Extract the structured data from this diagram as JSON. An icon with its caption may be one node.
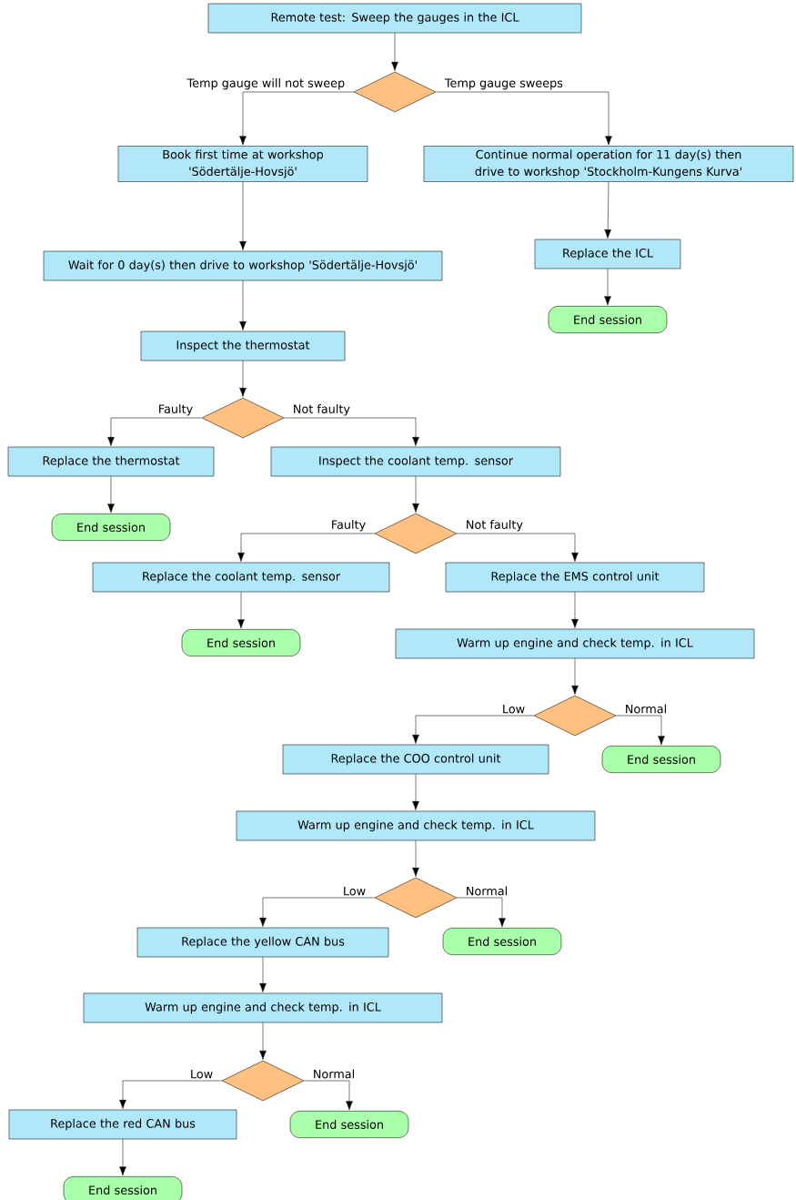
{
  "diagram": {
    "nodes": [
      {
        "text": [
          "Remote test: Sweep the gauges in the ICL"
        ]
      },
      {
        "text": [],
        "shape": "diamond"
      },
      {
        "text": [
          "Book first time at workshop 'Södertälje-Hovsjö'"
        ]
      },
      {
        "text": [
          "Continue normal operation for 11 day(s) then drive to workshop 'Stockholm-Kungens Kurva'"
        ]
      },
      {
        "text": [
          "Wait for 0 day(s) then drive to workshop 'Södertälje-Hovsjö'"
        ]
      },
      {
        "text": [
          "Replace the ICL"
        ]
      },
      {
        "text": [
          "End session"
        ]
      },
      {
        "text": [
          "Inspect the thermostat"
        ]
      },
      {
        "text": [],
        "shape": "diamond"
      },
      {
        "text": [
          "Replace the thermostat"
        ]
      },
      {
        "text": [
          "Inspect the coolant temp. sensor"
        ]
      },
      {
        "text": [
          "End session"
        ]
      },
      {
        "text": [],
        "shape": "diamond"
      },
      {
        "text": [
          "Replace the coolant temp. sensor"
        ]
      },
      {
        "text": [
          "Replace the EMS control unit"
        ]
      },
      {
        "text": [
          "End session"
        ]
      },
      {
        "text": [
          "Warm up engine and check temp. in ICL"
        ]
      },
      {
        "text": [],
        "shape": "diamond"
      },
      {
        "text": [
          "Replace the COO control unit"
        ]
      },
      {
        "text": [
          "End session"
        ]
      },
      {
        "text": [
          "Warm up engine and check temp. in ICL"
        ]
      },
      {
        "text": [],
        "shape": "diamond"
      },
      {
        "text": [
          "Replace the yellow CAN bus"
        ]
      },
      {
        "text": [
          "End session"
        ]
      },
      {
        "text": [
          "Warm up engine and check temp. in ICL"
        ]
      },
      {
        "text": [],
        "shape": "diamond"
      },
      {
        "text": [
          "Replace the red CAN bus"
        ]
      },
      {
        "text": [
          "End session"
        ]
      },
      {
        "text": [
          "End session"
        ]
      }
    ],
    "edges": [
      {
        "from": 0,
        "to": 1,
        "arrow": "to"
      },
      {
        "from": 1,
        "to": 2,
        "arrow": "to",
        "label": "Temp gauge will not sweep"
      },
      {
        "from": 1,
        "to": 3,
        "arrow": "to",
        "label": "Temp gauge sweeps"
      },
      {
        "from": 2,
        "to": 4,
        "arrow": "to"
      },
      {
        "from": 3,
        "to": 5,
        "arrow": "to"
      },
      {
        "from": 5,
        "to": 6,
        "arrow": "to"
      },
      {
        "from": 4,
        "to": 7,
        "arrow": "to"
      },
      {
        "from": 7,
        "to": 8,
        "arrow": "to"
      },
      {
        "from": 8,
        "to": 9,
        "arrow": "to",
        "label": "Faulty"
      },
      {
        "from": 8,
        "to": 10,
        "arrow": "to",
        "label": "Not faulty"
      },
      {
        "from": 9,
        "to": 11,
        "arrow": "to"
      },
      {
        "from": 10,
        "to": 12,
        "arrow": "to"
      },
      {
        "from": 12,
        "to": 13,
        "arrow": "to",
        "label": "Faulty"
      },
      {
        "from": 12,
        "to": 14,
        "arrow": "to",
        "label": "Not faulty"
      },
      {
        "from": 13,
        "to": 15,
        "arrow": "to"
      },
      {
        "from": 14,
        "to": 16,
        "arrow": "to"
      },
      {
        "from": 16,
        "to": 17,
        "arrow": "to"
      },
      {
        "from": 17,
        "to": 18,
        "arrow": "to",
        "label": "Low"
      },
      {
        "from": 17,
        "to": 19,
        "arrow": "to",
        "label": "Normal"
      },
      {
        "from": 18,
        "to": 20,
        "arrow": "to"
      },
      {
        "from": 20,
        "to": 21,
        "arrow": "to"
      },
      {
        "from": 21,
        "to": 22,
        "arrow": "to",
        "label": "Low"
      },
      {
        "from": 21,
        "to": 23,
        "arrow": "to",
        "label": "Normal"
      },
      {
        "from": 22,
        "to": 24,
        "arrow": "to"
      },
      {
        "from": 24,
        "to": 25,
        "arrow": "to"
      },
      {
        "from": 25,
        "to": 26,
        "arrow": "to",
        "label": "Low"
      },
      {
        "from": 25,
        "to": 27,
        "arrow": "to",
        "label": "Normal"
      },
      {
        "from": 26,
        "to": 28,
        "arrow": "to"
      }
    ]
  }
}
